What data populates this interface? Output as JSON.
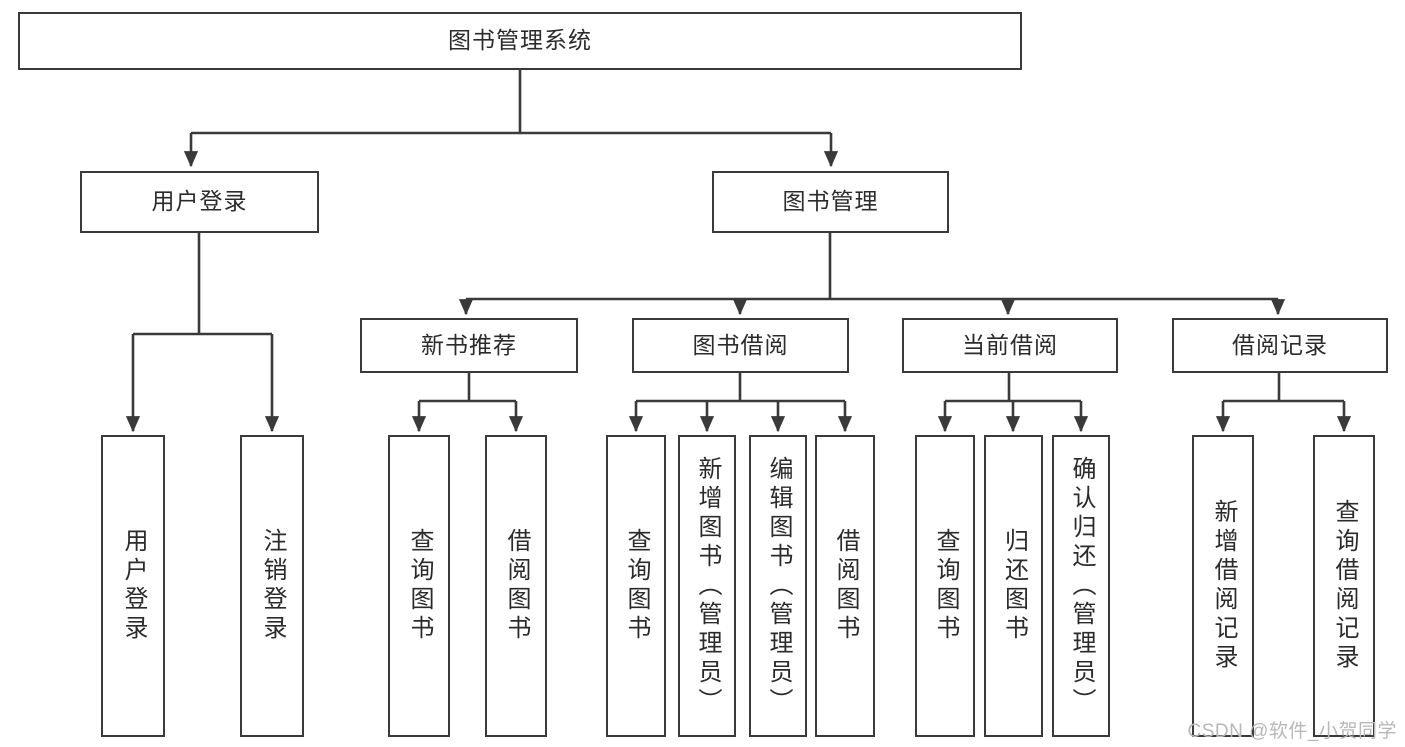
{
  "diagram": {
    "type": "tree-hierarchy",
    "title": "图书管理系统",
    "root": {
      "label": "图书管理系统"
    },
    "level2": [
      {
        "label": "用户登录"
      },
      {
        "label": "图书管理"
      }
    ],
    "level3": [
      {
        "label": "新书推荐"
      },
      {
        "label": "图书借阅"
      },
      {
        "label": "当前借阅"
      },
      {
        "label": "借阅记录"
      }
    ],
    "leaves": [
      {
        "label": "用户登录",
        "parent": "用户登录"
      },
      {
        "label": "注销登录",
        "parent": "用户登录"
      },
      {
        "label": "查询图书",
        "parent": "新书推荐"
      },
      {
        "label": "借阅图书",
        "parent": "新书推荐"
      },
      {
        "label": "查询图书",
        "parent": "图书借阅"
      },
      {
        "label": "新增图书（管理员）",
        "parent": "图书借阅"
      },
      {
        "label": "编辑图书（管理员）",
        "parent": "图书借阅"
      },
      {
        "label": "借阅图书",
        "parent": "图书借阅"
      },
      {
        "label": "查询图书",
        "parent": "当前借阅"
      },
      {
        "label": "归还图书",
        "parent": "当前借阅"
      },
      {
        "label": "确认归还（管理员）",
        "parent": "当前借阅"
      },
      {
        "label": "新增借阅记录",
        "parent": "借阅记录"
      },
      {
        "label": "查询借阅记录",
        "parent": "借阅记录"
      }
    ]
  },
  "watermark": {
    "text": "CSDN @软件_小贺同学"
  },
  "colors": {
    "stroke": "#3a3a3a",
    "background": "#ffffff",
    "text": "#2b2b2b",
    "watermark": "#b8b8b8"
  }
}
